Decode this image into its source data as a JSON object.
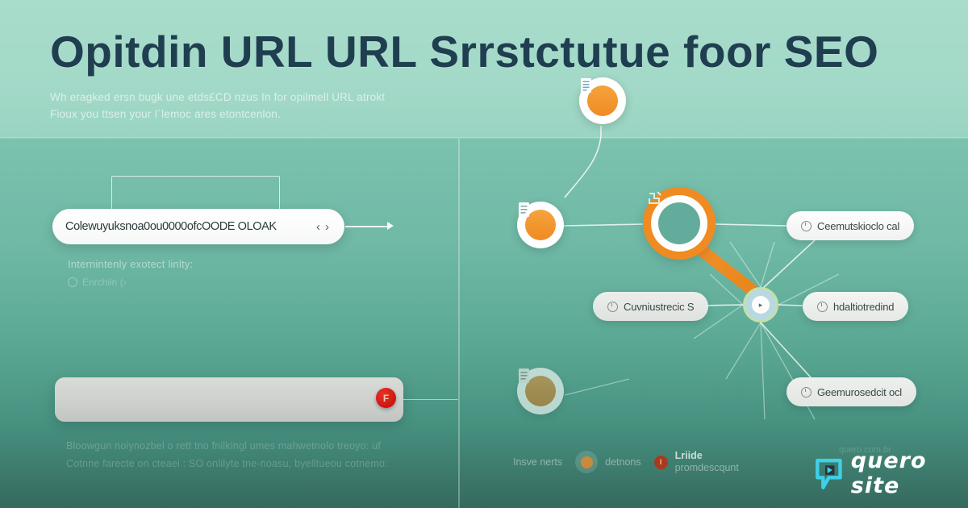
{
  "header": {
    "title": "Opitdin URL URL Srrstctutue foor   SEO",
    "subtitle_line1": "Wh eragked ersn bugk une etds£CD nzus In for opilmell URL atrokt",
    "subtitle_line2": "Fioux you ttsen your I´lemoc ares etontcenlon."
  },
  "left_panel": {
    "url_bar": {
      "value": "Colewuyuksnoa0ou0000ofcOODE  OLOAK",
      "chevron_left": "‹",
      "chevron_right": "›"
    },
    "note": "Internintenly exotect linlty:",
    "subnote": "Enrchiin (›",
    "badge_letter": "F",
    "bottom_line1": "Bloowgun noiynozbel o rett tno fnilkingl umes mahwetnolo treoyo: uf",
    "bottom_line2": "Cotnne farecte on cteaei : SO onlilyte tne-noasu, byelltueou cotnemo:"
  },
  "diagram": {
    "nodes": {
      "top_doc": "document-icon",
      "left_doc": "document-icon",
      "bottom_left_doc": "document-icon",
      "magnifier": "magnifier-icon",
      "hub": "▸"
    },
    "pills": [
      {
        "id": "pill-a",
        "label": "Ceemutskioclo cal"
      },
      {
        "id": "pill-b",
        "label": "Cuvniustrecic S"
      },
      {
        "id": "pill-c",
        "label": "hdaltiotredind"
      },
      {
        "id": "pill-d",
        "label": "Geemurosedcit ocl"
      }
    ]
  },
  "legend": {
    "item1": "Insve nerts",
    "item2": "detnons",
    "item3_strong": "Lriide",
    "item3_sub": "promdescqunt",
    "item3_badge": "I"
  },
  "watermark": {
    "brand": "quero site",
    "ghost": "quero.com.br"
  },
  "colors": {
    "background_top": "#a8dccb",
    "background_bottom": "#35695e",
    "title": "#1f3f50",
    "accent_orange": "#ef8b22",
    "badge_red": "#cc1410",
    "brand_cyan": "#3ed0e8"
  }
}
